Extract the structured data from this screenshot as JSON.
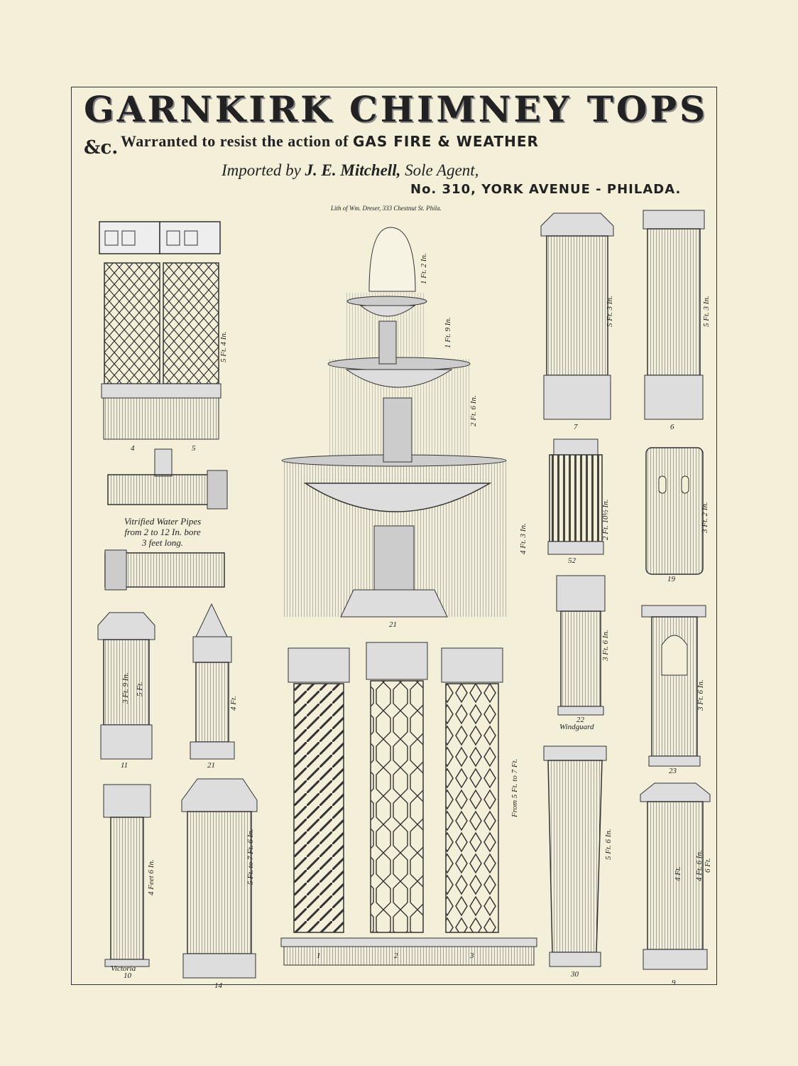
{
  "header": {
    "title": "GARNKIRK CHIMNEY TOPS",
    "title_suffix": "&c.",
    "subtitle_plain": "Warranted to resist the action of",
    "subtitle_emph": "GAS FIRE & WEATHER",
    "imported_prefix": "Imported by",
    "imported_name": "J. E. Mitchell,",
    "imported_suffix": "Sole Agent,",
    "address": "No. 310, YORK AVENUE - PHILADA.",
    "lithographer": "Lith of Wm. Dreser, 333 Chestnut St. Phila."
  },
  "pipes_note": {
    "line1": "Vitrified Water Pipes",
    "line2": "from 2 to 12 In. bore",
    "line3": "3 feet long."
  },
  "items": {
    "n4": "4",
    "n5": "5",
    "d45": "5 Ft. 4 In.",
    "n7": "7",
    "d7": "5 Ft. 3 In.",
    "n6": "6",
    "d6": "5 Ft. 3 In.",
    "fountain_n": "21",
    "fd1": "1 Ft. 2 In.",
    "fd2": "1 Ft. 9 In.",
    "fd3": "2 Ft. 6 In.",
    "fd4": "4 Ft. 3 In.",
    "n52": "52",
    "d52": "2 Ft. 10½ In.",
    "n19": "19",
    "d19": "3 Ft. 2 In.",
    "n22": "22",
    "w22": "Windguard",
    "d22": "3 Ft. 6 In.",
    "n23": "23",
    "d23": "3 Ft. 6 In.",
    "n11": "11",
    "d11a": "3 Ft. 9 In.",
    "d11b": "5 Ft.",
    "n21b": "21",
    "d21b": "4 Ft.",
    "n1": "1",
    "n2": "2",
    "n3": "3",
    "d123": "From 5 Ft. to 7 Ft.",
    "n10": "10",
    "v10": "Victoria",
    "d10": "4 Feet 6 In.",
    "n14": "14",
    "d14": "5 Ft. to 7 Ft. 6 In.",
    "n30": "30",
    "d30": "5 Ft. 6 In.",
    "n9": "9",
    "d9a": "4 Ft.",
    "d9b": "4 Ft. 6 In.",
    "d9c": "6 Ft."
  },
  "colors": {
    "paper": "#f3efd8",
    "ink": "#222222"
  }
}
